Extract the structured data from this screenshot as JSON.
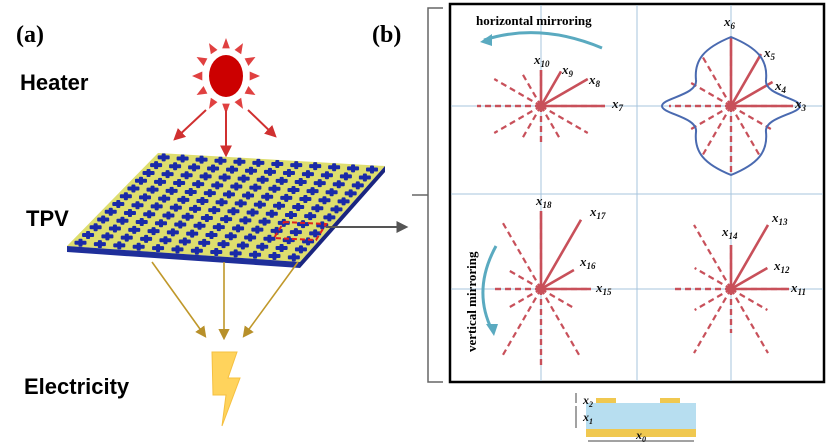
{
  "panel_a": {
    "label": "(a)",
    "heater": "Heater",
    "tpv": "TPV",
    "electricity": "Electricity"
  },
  "panel_b": {
    "label": "(b)",
    "horizontal_mirroring": "horizontal mirroring",
    "vertical_mirroring": "vertical mirroring",
    "vars_q1": [
      "x10",
      "x9",
      "x8",
      "x7"
    ],
    "vars_q2": [
      "x6",
      "x5",
      "x4",
      "x3"
    ],
    "vars_q3": [
      "x18",
      "x17",
      "x16",
      "x15"
    ],
    "vars_q4": [
      "x14",
      "x13",
      "x12",
      "x11"
    ]
  },
  "cross_section": {
    "x2": "x2",
    "x1": "x1",
    "x0": "x0"
  },
  "colors": {
    "sun": "#cc0000",
    "sun_rays": "#e04040",
    "substrate": "#dede6e",
    "pattern": "#1a2aa8",
    "spokes": "#c8505a",
    "envelope": "#4a6ab0",
    "mirror_arrow": "#5aaac0",
    "arrow_brown": "#c0982a",
    "bolt": "#ffd35c",
    "grid_lines": "#a7c4dd"
  }
}
